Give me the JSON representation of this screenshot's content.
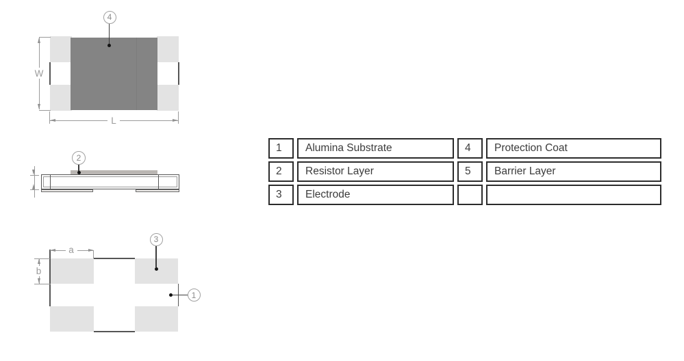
{
  "diagram": {
    "top_view": {
      "callout_protection_coat": "4",
      "width_label": "W",
      "length_label": "L"
    },
    "side_view": {
      "callout_resistor_layer": "2"
    },
    "bottom_view": {
      "callout_electrode": "3",
      "callout_substrate": "1",
      "pad_length_label": "a",
      "pad_width_label": "b"
    }
  },
  "legend_table": {
    "rows": [
      [
        "1",
        "Alumina Substrate",
        "4",
        "Protection Coat"
      ],
      [
        "2",
        "Resistor Layer",
        "5",
        "Barrier Layer"
      ],
      [
        "3",
        "Electrode",
        "",
        ""
      ]
    ]
  },
  "colors": {
    "pad_gray": "#e3e3e3",
    "protection_coat_gray": "#848484",
    "resistor_strip_gray": "#bab6b3",
    "outline_gray": "#555555",
    "dimension_gray": "#9a9a9a",
    "table_border": "#2b2b2b",
    "table_text": "#3b3b3b"
  }
}
